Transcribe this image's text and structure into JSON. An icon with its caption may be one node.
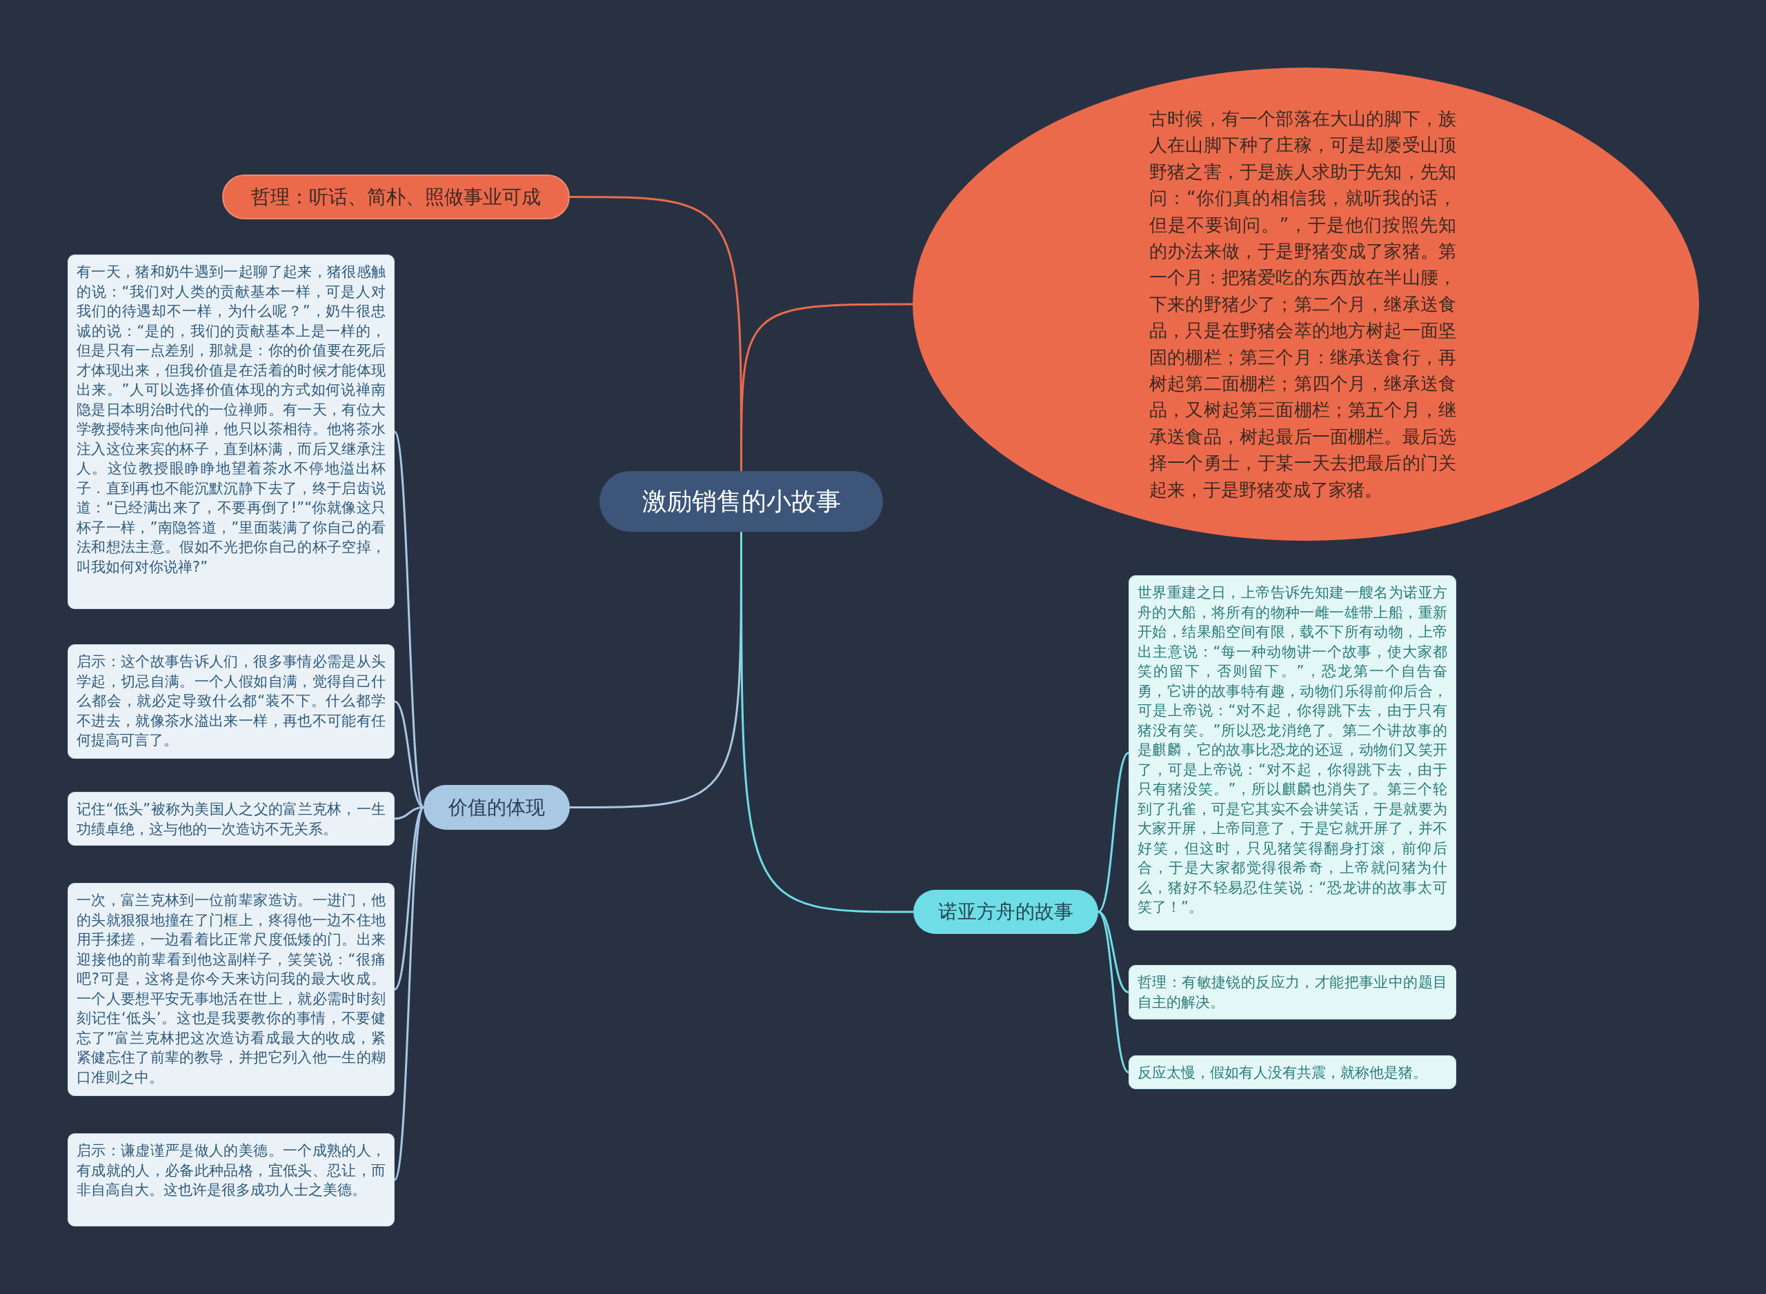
{
  "diagram": {
    "nodes": [
      {
        "text": [
          "激励销售的小故事"
        ]
      },
      {
        "text": [
          "哲理：听话、简朴、照做事业可成"
        ]
      },
      {
        "text": [
          "古时候，有一个部落在大山的脚下，族人在山脚下种了庄稼，可是却屡受山顶野猪之害，于是族人求助于先知，先知问：“你们真的相信我，就听我的话，但是不要询问。”，于是他们按照先知的办法来做，于是野猪变成了家猪。第一个月：把猪爱吃的东西放在半山腰，下来的野猪少了；第二个月，继承送食品，只是在野猪会萃的地方树起一面坚固的棚栏；第三个月：继承送食行，再树起第二面棚栏；第四个月，继承送食品，又树起第三面棚栏；第五个月，继承送食品，树起最后一面棚栏。最后选择一个勇士，于某一天去把最后的门关起来，于是野猪变成了家猪。"
        ]
      },
      {
        "text": [
          "价值的体现"
        ]
      },
      {
        "text": [
          "有一天，猪和奶牛遇到一起聊了起来，猪很感触的说：“我们对人类的贡献基本一样，可是人对我们的待遇却不一样，为什么呢？”，奶牛很忠诚的说：“是的，我们的贡献基本上是一样的，但是只有一点差别，那就是：你的价值要在死后才体现出来，但我价值是在活着的时候才能体现出来。”人可以选择价值体现的方式如何说禅南隐是日本明治时代的一位禅师。有一天，有位大学教授特来向他问禅，他只以茶相待。他将茶水注入这位来宾的杯子，直到杯满，而后又继承注人。这位教授眼睁睁地望着茶水不停地溢出杯子．直到再也不能沉默沉静下去了，终于启齿说道：“已经满出来了，不要再倒了!”“你就像这只杯子一样，”南隐答道，”里面装满了你自己的看法和想法主意。假如不光把你自己的杯子空掉，叫我如何对你说禅?”"
        ]
      },
      {
        "text": [
          "启示：这个故事告诉人们，很多事情必需是从头学起，切忌自满。一个人假如自满，觉得自己什么都会，就必定导致什么都“装不下。什么都学不进去，就像茶水溢出来一样，再也不可能有任何提高可言了。"
        ]
      },
      {
        "text": [
          "记住“低头”被称为美国人之父的富兰克林，一生功绩卓绝，这与他的一次造访不无关系。"
        ]
      },
      {
        "text": [
          "一次，富兰克林到一位前辈家造访。一进门，他的头就狠狠地撞在了门框上，疼得他一边不住地用手揉搓，一边看着比正常尺度低矮的门。出来迎接他的前辈看到他这副样子，笑笑说：“很痛吧?可是，这将是你今天来访问我的最大收成。一个人要想平安无事地活在世上，就必需时时刻刻记住‘低头’。这也是我要教你的事情，不要健忘了”富兰克林把这次造访看成最大的收成，紧紧健忘住了前辈的教导，并把它列入他一生的糊口准则之中。"
        ]
      },
      {
        "text": [
          "启示：谦虚谨严是做人的美德。一个成熟的人，有成就的人，必备此种品格，宜低头、忍让，而非自高自大。这也许是很多成功人士之美德。"
        ]
      },
      {
        "text": [
          "诺亚方舟的故事"
        ]
      },
      {
        "text": [
          "世界重建之日，上帝告诉先知建一艘名为诺亚方舟的大船，将所有的物种一雌一雄带上船，重新开始，结果船空间有限，载不下所有动物，上帝出主意说：“每一种动物讲一个故事，使大家都笑的留下，否则留下。”，恐龙第一个自告奋勇，它讲的故事特有趣，动物们乐得前仰后合，可是上帝说：“对不起，你得跳下去，由于只有猪没有笑。”所以恐龙消绝了。第二个讲故事的是麒麟，它的故事比恐龙的还逗，动物们又笑开了，可是上帝说：“对不起，你得跳下去，由于只有猪没笑。”，所以麒麟也消失了。第三个轮到了孔雀，可是它其实不会讲笑话，于是就要为大家开屏，上帝同意了，于是它就开屏了，并不好笑，但这时，只见猪笑得翻身打滚，前仰后合，于是大家都觉得很希奇，上帝就问猪为什么，猪好不轻易忍住笑说：“恐龙讲的故事太可笑了！”。"
        ]
      },
      {
        "text": [
          "哲理：有敏捷锐的反应力，才能把事业中的题目自主的解决。"
        ]
      },
      {
        "text": [
          "反应太慢，假如有人没有共震，就称他是猪。"
        ]
      }
    ],
    "edges": [
      {
        "from": 0,
        "to": 1,
        "arrow": "none",
        "color": "#ec6a4c"
      },
      {
        "from": 0,
        "to": 2,
        "arrow": "none",
        "color": "#ec6a4c"
      },
      {
        "from": 0,
        "to": 3,
        "arrow": "none",
        "color": "#a9c8e4"
      },
      {
        "from": 0,
        "to": 9,
        "arrow": "none",
        "color": "#6fdde6"
      },
      {
        "from": 3,
        "to": 4,
        "arrow": "none",
        "color": "#a9c8e4"
      },
      {
        "from": 3,
        "to": 5,
        "arrow": "none",
        "color": "#a9c8e4"
      },
      {
        "from": 3,
        "to": 6,
        "arrow": "none",
        "color": "#a9c8e4"
      },
      {
        "from": 3,
        "to": 7,
        "arrow": "none",
        "color": "#a9c8e4"
      },
      {
        "from": 3,
        "to": 8,
        "arrow": "none",
        "color": "#a9c8e4"
      },
      {
        "from": 9,
        "to": 10,
        "arrow": "none",
        "color": "#6fdde6"
      },
      {
        "from": 9,
        "to": 11,
        "arrow": "none",
        "color": "#6fdde6"
      },
      {
        "from": 9,
        "to": 12,
        "arrow": "none",
        "color": "#6fdde6"
      }
    ]
  }
}
